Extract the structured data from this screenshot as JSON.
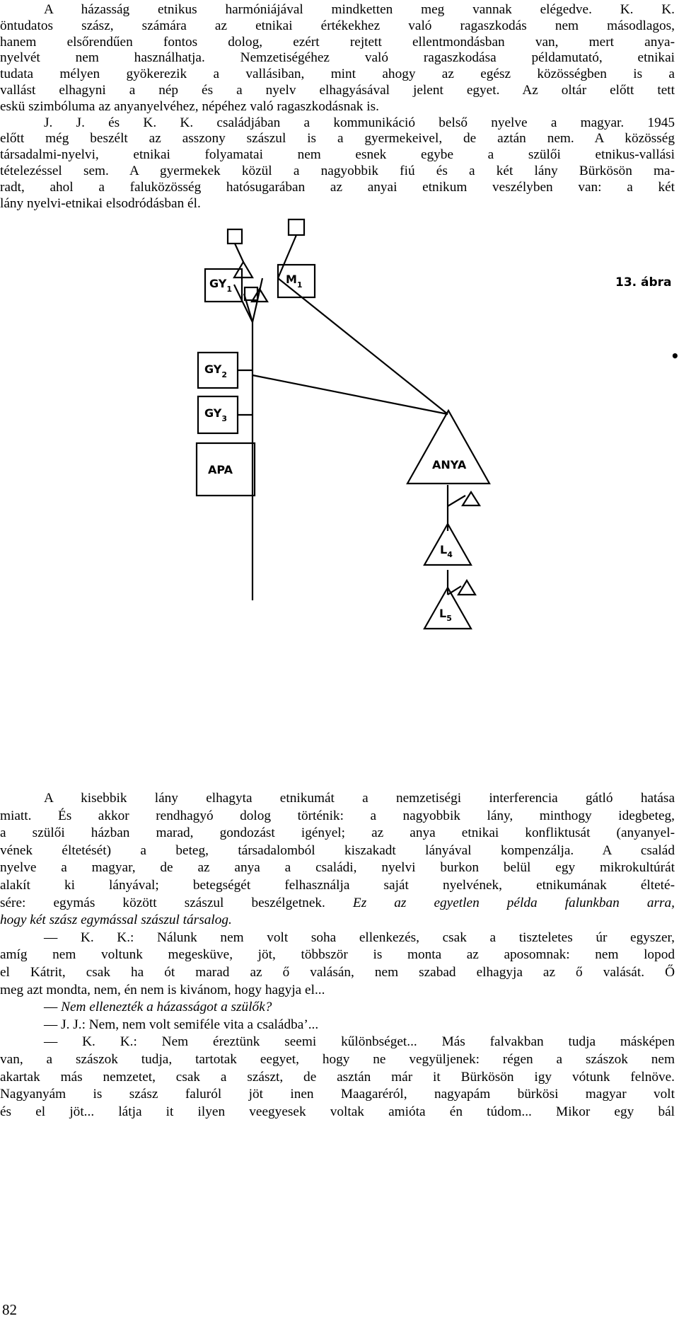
{
  "top_lines": [
    {
      "text": "A házasság etnikus harmóniájával mindketten meg vannak elégedve. K. K.",
      "indent": 62,
      "last": false,
      "sans": false
    },
    {
      "text": "öntudatos szász, számára az etnikai értékekhez való ragaszkodás nem másodlagos,",
      "indent": 0,
      "last": false,
      "sans": false
    },
    {
      "text": "hanem elsőrendűen fontos dolog, ezért rejtett ellentmondásban van, mert anya-",
      "indent": 0,
      "last": false,
      "sans": false
    },
    {
      "text": "nyelvét nem használhatja. Nemzetiségéhez való ragaszkodása példamutató, etnikai",
      "indent": 0,
      "last": false,
      "sans": false
    },
    {
      "text": "tudata mélyen gyökerezik a vallásiban, mint ahogy az egész közösségben is a",
      "indent": 0,
      "last": false,
      "sans": false
    },
    {
      "text": "vallást elhagyni a nép és a nyelv elhagyásával jelent egyet. Az oltár előtt tett",
      "indent": 0,
      "last": false,
      "sans": false
    },
    {
      "text": "eskü szimbóluma az anyanyelvéhez, népéhez való ragaszkodásnak is.",
      "indent": 0,
      "last": true,
      "sans": false
    },
    {
      "text": "J. J. és K. K. családjában a kommunikáció belső nyelve a magyar. 1945",
      "indent": 62,
      "last": false,
      "sans": false
    },
    {
      "text": "előtt még beszélt az asszony szászul is a gyermekeivel, de aztán nem. A közösség",
      "indent": 0,
      "last": false,
      "sans": false
    },
    {
      "text": "társadalmi-nyelvi, etnikai folyamatai nem esnek egybe a szülői etnikus-vallási",
      "indent": 0,
      "last": false,
      "sans": false
    },
    {
      "text": "tételezéssel sem. A gyermekek közül a nagyobbik fiú és a két lány Bürkösön ma-",
      "indent": 0,
      "last": false,
      "sans": false
    },
    {
      "text": "radt, ahol a faluközösség hatósugarában az anyai etnikum veszélyben van: a két",
      "indent": 0,
      "last": false,
      "sans": false
    },
    {
      "text": "lány nyelvi-etnikai elsodródásban él.",
      "indent": 0,
      "last": true,
      "sans": false
    }
  ],
  "figure": {
    "title": "13. ábra",
    "labels": {
      "gy1": "GY",
      "gy1_sub": "1",
      "m1": "M",
      "m1_sub": "1",
      "gy2": "GY",
      "gy2_sub": "2",
      "gy3": "GY",
      "gy3_sub": "3",
      "apa": "APA",
      "anya": "ANYA",
      "l4": "L",
      "l4_sub": "4",
      "l5": "L",
      "l5_sub": "5"
    }
  },
  "bottom_lines": [
    {
      "text": "A kisebbik lány elhagyta etnikumát a nemzetiségi interferencia gátló hatása",
      "indent": 62,
      "last": false,
      "italic_from": null
    },
    {
      "text": "miatt. És akkor rendhagyó dolog történik: a nagyobbik lány, minthogy idegbeteg,",
      "indent": 0,
      "last": false,
      "italic_from": null
    },
    {
      "text": "a szülői házban marad, gondozást igényel; az anya etnikai konfliktusát (anyanyel-",
      "indent": 0,
      "last": false,
      "italic_from": null
    },
    {
      "text": "vének éltetését) a beteg, társadalomból kiszakadt lányával kompenzálja. A család",
      "indent": 0,
      "last": false,
      "italic_from": null
    },
    {
      "text": "nyelve a magyar, de az anya a családi, nyelvi burkon belül egy mikrokultúrát",
      "indent": 0,
      "last": false,
      "italic_from": null
    },
    {
      "text": "alakít ki lányával; betegségét felhasználja saját nyelvének, etnikumának élteté-",
      "indent": 0,
      "last": false,
      "italic_from": null
    },
    {
      "text_plain": "sére: egymás között szászul beszélgetnek. ",
      "text_italic": "Ez az egyetlen példa falunkban arra,",
      "indent": 0,
      "last": false
    },
    {
      "text_plain": "",
      "text_italic": "hogy két szász egymással szászul társalog.",
      "indent": 0,
      "last": true
    },
    {
      "text": "— K. K.: Nálunk nem volt soha ellenkezés, csak a tiszteletes úr egyszer,",
      "indent": 62,
      "last": false,
      "italic_from": null
    },
    {
      "text": "amíg nem voltunk megesküve, jöt, többször is monta az aposomnak: nem lopod",
      "indent": 0,
      "last": false,
      "italic_from": null
    },
    {
      "text": "el Kátrit, csak ha ót marad az ő valásán, nem szabad elhagyja az ő valását. Ő",
      "indent": 0,
      "last": false,
      "italic_from": null
    },
    {
      "text": "meg azt mondta, nem, én nem is kivánom, hogy hagyja el...",
      "indent": 0,
      "last": true,
      "italic_from": null
    },
    {
      "text_plain": "— ",
      "text_italic": "Nem ellenezték a házasságot a szülők?",
      "indent": 62,
      "last": true
    },
    {
      "text": "— J. J.: Nem, nem volt semiféle vita a családba’...",
      "indent": 62,
      "last": true,
      "italic_from": null
    },
    {
      "text": "— K. K.: Nem éreztünk seemi kűlönbséget... Más falvakban tudja másképen",
      "indent": 62,
      "last": false,
      "italic_from": null
    },
    {
      "text": "van, a szászok tudja, tartotak eegyet, hogy ne vegyüljenek: régen a szászok nem",
      "indent": 0,
      "last": false,
      "italic_from": null
    },
    {
      "text": "akartak más nemzetet, csak a szászt, de asztán már it Bürkösön igy vótunk felnöve.",
      "indent": 0,
      "last": false,
      "italic_from": null
    },
    {
      "text": "Nagyanyám is szász faluról jöt inen Maagaréról, nagyapám bürkösi magyar volt",
      "indent": 0,
      "last": false,
      "italic_from": null
    },
    {
      "text": "és el jöt... látja it ilyen veegyesek voltak amióta én túdom... Mikor egy bál",
      "indent": 0,
      "last": false,
      "italic_from": null
    }
  ],
  "page_number": "82"
}
